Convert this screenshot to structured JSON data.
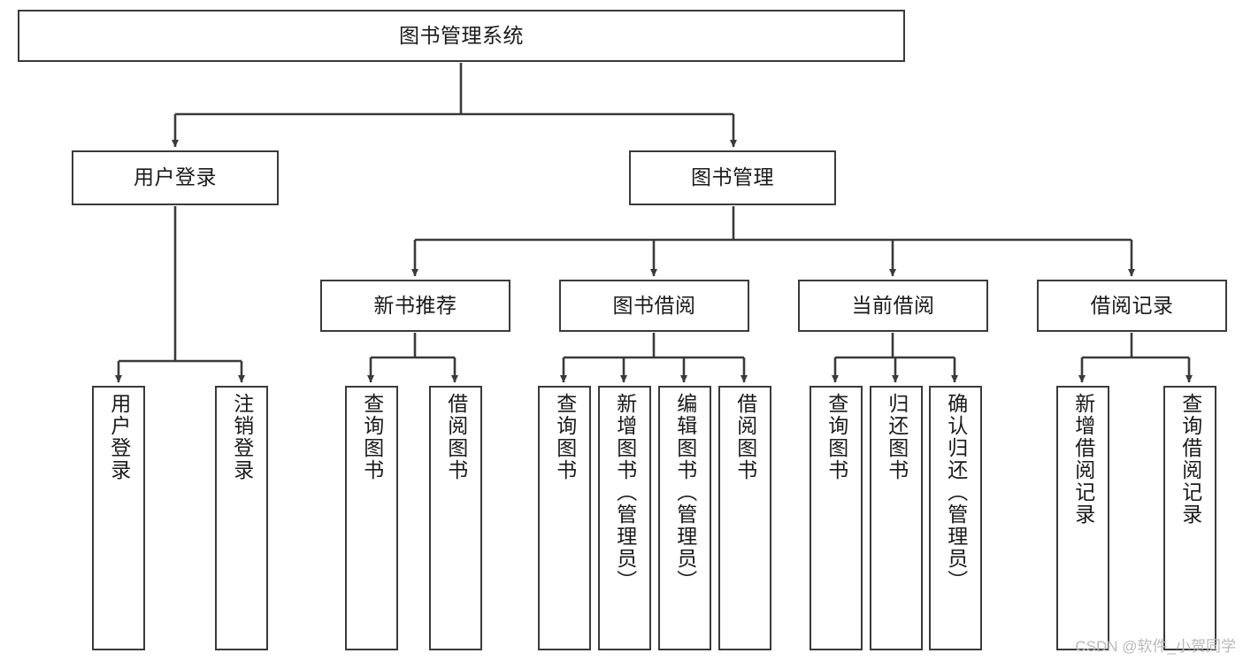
{
  "diagram": {
    "title_node": {
      "label": "图书管理系统"
    },
    "level2": [
      {
        "id": "user-login",
        "label": "用户登录"
      },
      {
        "id": "book-management",
        "label": "图书管理"
      }
    ],
    "level3": [
      {
        "id": "new-book-recommend",
        "label": "新书推荐"
      },
      {
        "id": "book-borrow",
        "label": "图书借阅"
      },
      {
        "id": "current-borrow",
        "label": "当前借阅"
      },
      {
        "id": "borrow-record",
        "label": "借阅记录"
      }
    ],
    "leaves": {
      "user_login": [
        {
          "id": "leaf-user-login",
          "label": "用户登录"
        },
        {
          "id": "leaf-logout-login",
          "label": "注销登录"
        }
      ],
      "new_book_recommend": [
        {
          "id": "leaf-query-book-1",
          "label": "查询图书"
        },
        {
          "id": "leaf-borrow-book-1",
          "label": "借阅图书"
        }
      ],
      "book_borrow": [
        {
          "id": "leaf-query-book-2",
          "label": "查询图书"
        },
        {
          "id": "leaf-add-book",
          "label": "新增图书（管理员）"
        },
        {
          "id": "leaf-edit-book",
          "label": "编辑图书（管理员）"
        },
        {
          "id": "leaf-borrow-book-2",
          "label": "借阅图书"
        }
      ],
      "current_borrow": [
        {
          "id": "leaf-query-book-3",
          "label": "查询图书"
        },
        {
          "id": "leaf-return-book",
          "label": "归还图书"
        },
        {
          "id": "leaf-confirm-return",
          "label": "确认归还（管理员）"
        }
      ],
      "borrow_record": [
        {
          "id": "leaf-add-record",
          "label": "新增借阅记录"
        },
        {
          "id": "leaf-query-record",
          "label": "查询借阅记录"
        }
      ]
    }
  },
  "watermark": {
    "text": "CSDN @软件_小贺同学"
  },
  "colors": {
    "stroke": "#3a3a3a",
    "background": "#ffffff",
    "text": "#1a1a1a",
    "watermark": "#b9b9b9"
  }
}
